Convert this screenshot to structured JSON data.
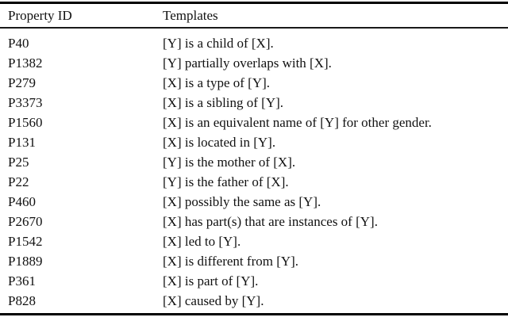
{
  "table": {
    "columns": [
      {
        "label": "Property ID"
      },
      {
        "label": "Templates"
      }
    ],
    "rows": [
      {
        "id": "P40",
        "template": "[Y] is a child of [X]."
      },
      {
        "id": "P1382",
        "template": "[Y] partially overlaps with [X]."
      },
      {
        "id": "P279",
        "template": "[X] is a type of [Y]."
      },
      {
        "id": "P3373",
        "template": "[X] is a sibling of [Y]."
      },
      {
        "id": "P1560",
        "template": "[X] is an equivalent name of [Y] for other gender."
      },
      {
        "id": "P131",
        "template": "[X] is located in [Y]."
      },
      {
        "id": "P25",
        "template": "[Y] is the mother of [X]."
      },
      {
        "id": "P22",
        "template": "[Y] is the father of [X]."
      },
      {
        "id": "P460",
        "template": "[X] possibly the same as [Y]."
      },
      {
        "id": "P2670",
        "template": "[X] has part(s) that are instances of [Y]."
      },
      {
        "id": "P1542",
        "template": "[X] led to [Y]."
      },
      {
        "id": "P1889",
        "template": "[X] is different from [Y]."
      },
      {
        "id": "P361",
        "template": "[X] is part of [Y]."
      },
      {
        "id": "P828",
        "template": "[X] caused by [Y]."
      }
    ],
    "colors": {
      "rule": "#000000",
      "text": "#111111",
      "background": "#ffffff"
    }
  }
}
